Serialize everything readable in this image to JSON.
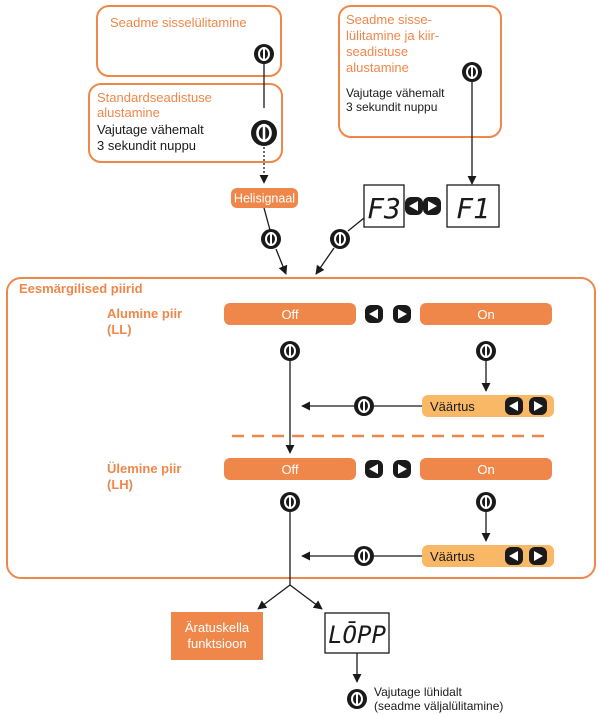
{
  "boxes": {
    "power_on": "Seadme sisselülitamine",
    "quick_setup_l1": "Seadme sisse-",
    "quick_setup_l2": "lülitamine ja kiir-",
    "quick_setup_l3": "seadistuse",
    "quick_setup_l4": "alustamine",
    "quick_setup_hint_l1": "Vajutage vähemalt",
    "quick_setup_hint_l2": "3 sekundit nuppu",
    "standard_setup_l1": "Standardseadistuse",
    "standard_setup_l2": "alustamine",
    "standard_setup_hint_l1": "Vajutage vähemalt",
    "standard_setup_hint_l2": "3 sekundit nuppu"
  },
  "beep_label": "Helisignaal",
  "displays": {
    "f3": "F3",
    "f1": "F1",
    "end": "LŌPP"
  },
  "section": {
    "title": "Eesmärgilised piirid",
    "lower_l1": "Alumine piir",
    "lower_l2": "(LL)",
    "upper_l1": "Ülemine piir",
    "upper_l2": "(LH)",
    "off": "Off",
    "on": "On",
    "value": "Väärtus"
  },
  "alarm_l1": "Äratuskella",
  "alarm_l2": "funktsioon",
  "end_hint_l1": "Vajutage lühidalt",
  "end_hint_l2": "(seadme väljalülitamine)",
  "colors": {
    "orange": "#F0874A",
    "light_orange": "#F9B865",
    "dark": "#1a1a1a"
  }
}
